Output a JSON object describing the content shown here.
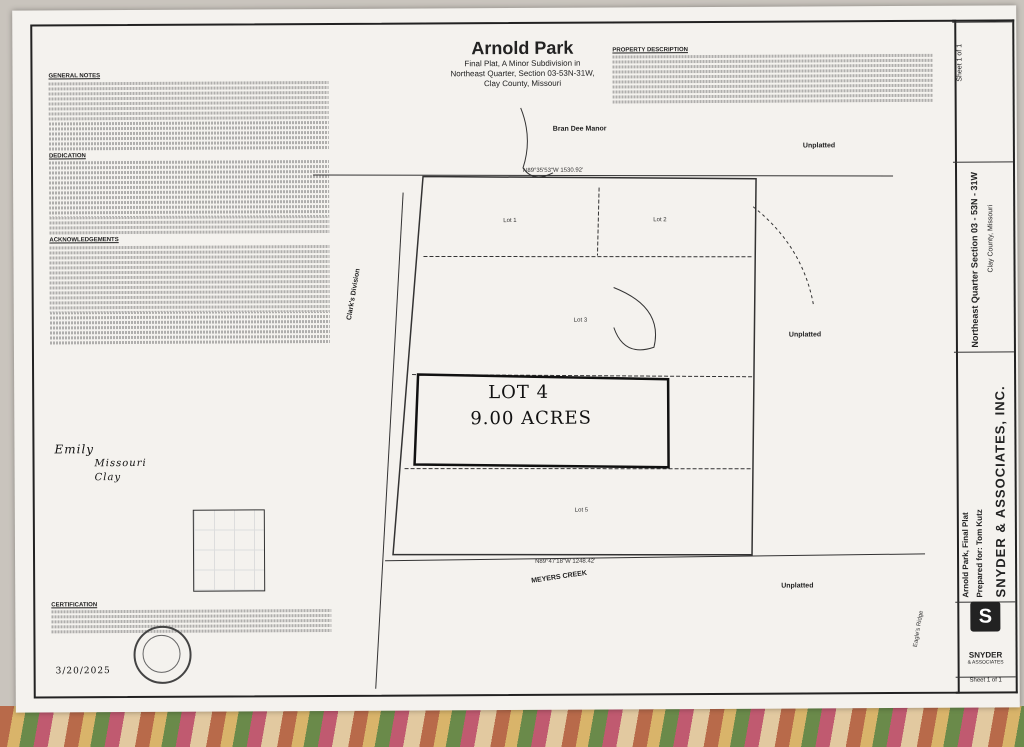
{
  "title": {
    "main": "Arnold Park",
    "line1": "Final Plat, A Minor Subdivision in",
    "line2": "Northeast Quarter, Section 03-53N-31W,",
    "line3": "Clay County, Missouri"
  },
  "notes_heading": "GENERAL NOTES",
  "dedication_heading": "DEDICATION",
  "acknowledgements_heading": "ACKNOWLEDGEMENTS",
  "certification_heading": "CERTIFICATION",
  "property_description_heading": "PROPERTY DESCRIPTION",
  "handwriting": {
    "lot": "LOT 4",
    "acres": "9.00 ACRES",
    "signature": "Emily",
    "state": "Missouri",
    "county": "Clay",
    "date": "3/20/2025"
  },
  "plat_labels": {
    "bran_dee_manor": "Bran Dee Manor",
    "clarks_division": "Clark's Division",
    "meyers_creek": "MEYERS CREEK",
    "unplatted_ne": "Unplatted",
    "unplatted_e": "Unplatted",
    "unplatted_se": "Unplatted",
    "lot1": "Lot 1",
    "lot2": "Lot 2",
    "lot3": "Lot 3",
    "lot5": "Lot 5",
    "bearing_top": "N89°35'53\"W 1530.92'",
    "bearing_bottom": "N89°47'18\"W 1248.42'",
    "eagle_ridge": "Eagle's Ridge"
  },
  "title_block": {
    "section": "Northeast Quarter Section 03 - 53N - 31W",
    "county": "Clay County, Missouri",
    "plat_name": "Arnold Park, Final Plat",
    "prepared_for": "Prepared for: Tom Kutz",
    "company": "SNYDER & ASSOCIATES, INC.",
    "logo_text": "SNYDER",
    "logo_sub": "& ASSOCIATES",
    "sheet_top": "Sheet 1 of 1",
    "sheet_bottom": "Sheet 1 of 1"
  },
  "colors": {
    "ink": "#222222",
    "paper": "#f4f2ee",
    "pencil": "#111111"
  }
}
